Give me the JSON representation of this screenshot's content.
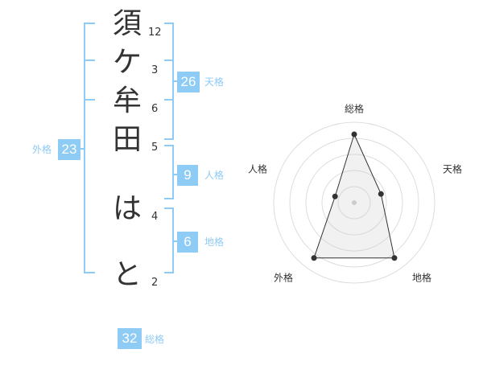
{
  "characters": [
    {
      "char": "須",
      "strokes": "12"
    },
    {
      "char": "ケ",
      "strokes": "3"
    },
    {
      "char": "牟",
      "strokes": "6"
    },
    {
      "char": "田",
      "strokes": "5"
    },
    {
      "char": "は",
      "strokes": "4"
    },
    {
      "char": "と",
      "strokes": "2"
    }
  ],
  "scores": {
    "tenkaku": {
      "value": "26",
      "label": "天格"
    },
    "jinkaku": {
      "value": "9",
      "label": "人格"
    },
    "chikaku": {
      "value": "6",
      "label": "地格"
    },
    "gaikaku": {
      "value": "23",
      "label": "外格"
    },
    "soukaku": {
      "value": "32",
      "label": "総格"
    }
  },
  "radar": {
    "axes": [
      "総格",
      "天格",
      "地格",
      "外格",
      "人格"
    ],
    "values": [
      0.85,
      0.35,
      0.85,
      0.85,
      0.25
    ]
  },
  "colors": {
    "accent": "#8ecbf5",
    "text": "#333333"
  }
}
